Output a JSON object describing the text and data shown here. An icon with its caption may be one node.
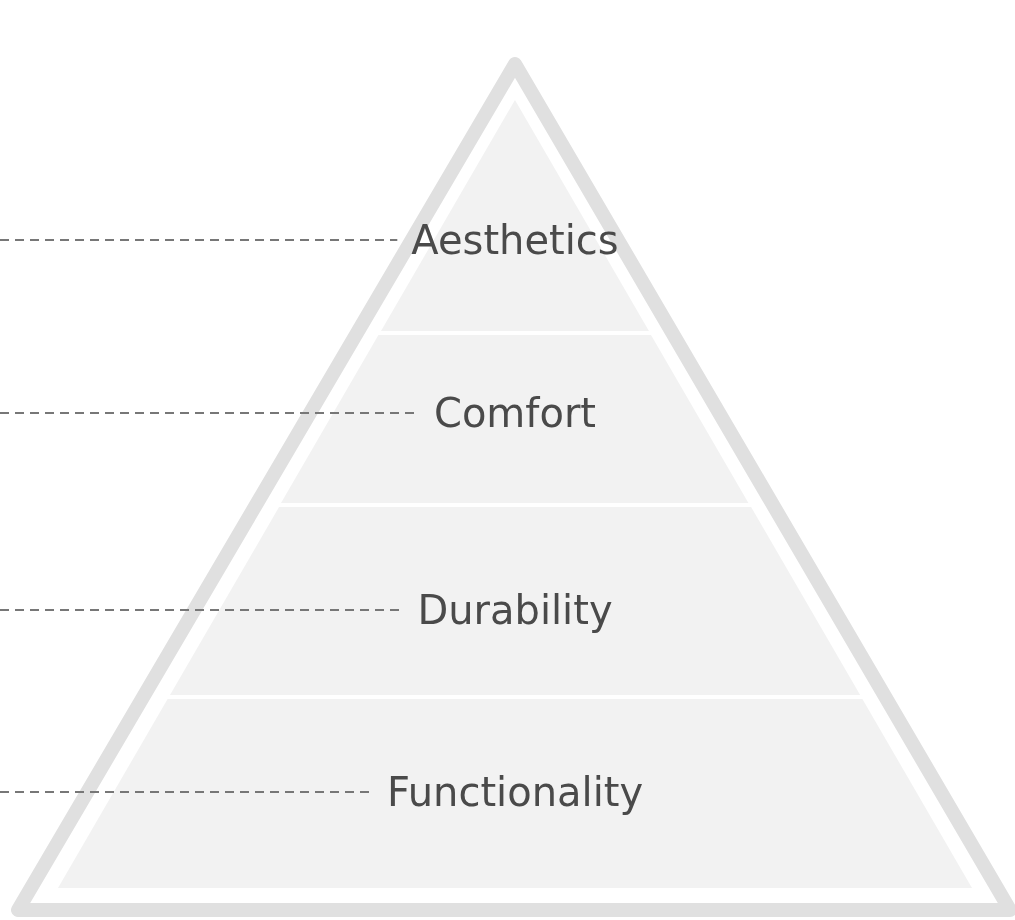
{
  "diagram": {
    "nodes": [
      {
        "text": [
          "Aesthetics"
        ]
      },
      {
        "text": [
          "Comfort"
        ]
      },
      {
        "text": [
          "Durability"
        ]
      },
      {
        "text": [
          "Functionality"
        ]
      }
    ],
    "edges": [
      {
        "from": null,
        "to": 0,
        "arrow": "none",
        "style": "dashed"
      },
      {
        "from": null,
        "to": 1,
        "arrow": "none",
        "style": "dashed"
      },
      {
        "from": null,
        "to": 2,
        "arrow": "none",
        "style": "dashed"
      },
      {
        "from": null,
        "to": 3,
        "arrow": "none",
        "style": "dashed"
      }
    ]
  }
}
